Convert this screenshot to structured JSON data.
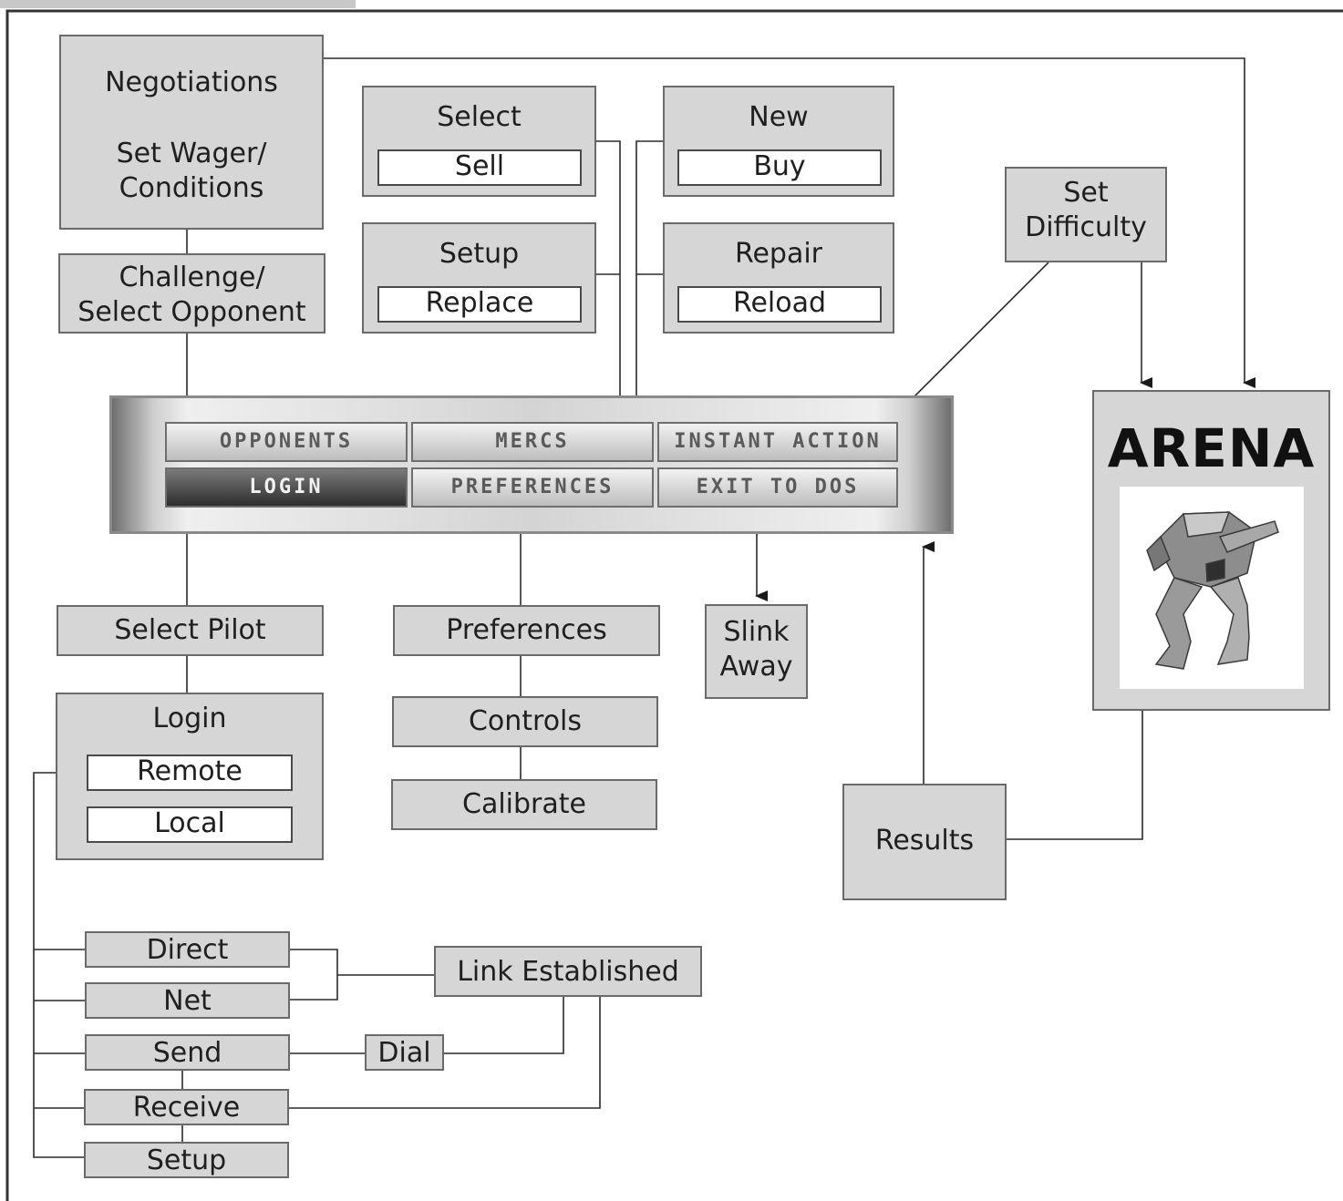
{
  "diagram": {
    "negotiations": {
      "title": "Negotiations",
      "line1": "Set Wager/",
      "line2": "Conditions"
    },
    "challenge": {
      "line1": "Challenge/",
      "line2": "Select Opponent"
    },
    "select_box": {
      "title": "Select",
      "sub": "Sell"
    },
    "new_box": {
      "title": "New",
      "sub": "Buy"
    },
    "setup_box": {
      "title": "Setup",
      "sub": "Replace"
    },
    "repair_box": {
      "title": "Repair",
      "sub": "Reload"
    },
    "set_difficulty": {
      "line1": "Set",
      "line2": "Difficulty"
    },
    "arena": {
      "title": "ARENA",
      "image": "mech-robot-illustration"
    },
    "menu": {
      "opponents": "OPPONENTS",
      "mercs": "MERCS",
      "instant_action": "INSTANT ACTION",
      "login": "LOGIN",
      "preferences": "PREFERENCES",
      "exit_to_dos": "EXIT TO DOS"
    },
    "select_pilot": "Select Pilot",
    "login_box": {
      "title": "Login",
      "remote": "Remote",
      "local": "Local"
    },
    "preferences": "Preferences",
    "controls": "Controls",
    "calibrate": "Calibrate",
    "slink_away": {
      "line1": "Slink",
      "line2": "Away"
    },
    "results": "Results",
    "direct": "Direct",
    "net": "Net",
    "send": "Send",
    "receive": "Receive",
    "setup": "Setup",
    "dial": "Dial",
    "link_established": "Link Established"
  }
}
